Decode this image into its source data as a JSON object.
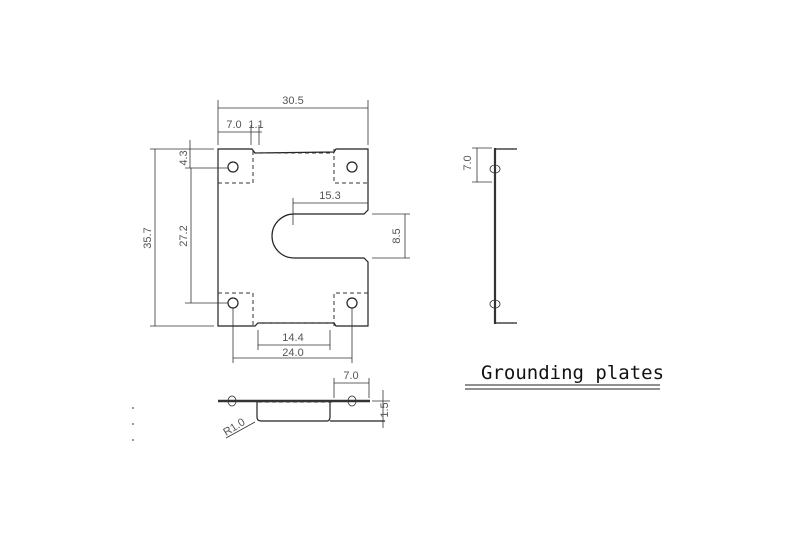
{
  "title": "Grounding plates",
  "dimensions": {
    "overall_width": "30.5",
    "corner_width": "7.0",
    "notch_gap": "1.1",
    "hole_offset": "4.3",
    "overall_height": "35.7",
    "hole_spacing_vertical": "27.2",
    "slot_depth": "15.3",
    "slot_width": "8.5",
    "bottom_notch": "14.4",
    "hole_spacing_horizontal": "24.0",
    "bottom_view_flange": "7.0",
    "bottom_view_height": "1.5",
    "bend_radius": "R1.0",
    "side_view_flange": "7.0"
  }
}
